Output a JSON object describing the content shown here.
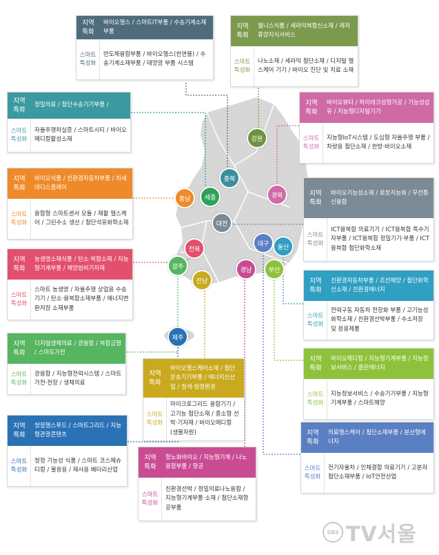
{
  "labels": {
    "local": [
      "지역",
      "특화"
    ],
    "smart": [
      "스마트",
      "특성화"
    ]
  },
  "colors": {
    "map_fill": "#d7d7d7",
    "map_stroke": "#ffffff",
    "chungbuk": "#3a8f9e",
    "gangwon": "#6d9440",
    "gyeongbuk": "#d16aa5",
    "chungnam": "#ef8a2a",
    "sejong": "#2fa15a",
    "daejeon": "#7b8a95",
    "daegu": "#5a7fc2",
    "ulsan": "#2f9fc2",
    "busan": "#8fc23b",
    "gyeongnam": "#c94c93",
    "jeonbuk": "#e2506e",
    "gwangju": "#56b55f",
    "jeonnam": "#c9a91d",
    "jeju": "#2a72b5"
  },
  "regions": [
    {
      "key": "chungbuk",
      "pin": "충북",
      "color": "#4f6c7c",
      "local": "바이오헬스 / 스마트IT부품 / 수송기계소재부품",
      "smart": "반도체융합부품 / 바이오헬스(천연물) / 수송기계소재부품 / 태양광 부품 시스템"
    },
    {
      "key": "gangwon",
      "pin": "강원",
      "color": "#7c9a4e",
      "local": "웰니스식품 / 세라믹복합신소재 / 레저휴양지식서비스",
      "smart": "나노소재 / 세라믹 첨단소재 / 디지털 헬스케어 기기 / 바이오 진단 및 치료 소재"
    },
    {
      "key": "sejong",
      "pin": "세종",
      "color": "#3a9aa0",
      "local": "정밀의료 / 첨단수송기기부품 /",
      "smart": "자율주행차실증 / 스마트시티 / 바이오메디컬활성소재"
    },
    {
      "key": "gyeongbuk",
      "pin": "경북",
      "color": "#cf6aa6",
      "local": "바이오뷰티 / 하이테크성형가공 / 기능성섬유 / 지능형디지털기기",
      "smart": "지능형IoT시스템 / 도심형 자율주행 부품 / 차량용 첨단소재 / 한방·바이오소재"
    },
    {
      "key": "chungnam",
      "pin": "충남",
      "color": "#ef8a2a",
      "local": "바이오식품 / 친환경자동차부품 / 차세대디스플레이",
      "smart": "융합형 스마트센서 모듈 / 재활 헬스케어 / 그린수소 생산 / 첨단석유화학소재"
    },
    {
      "key": "daejeon",
      "pin": "대전",
      "color": "#7b8a95",
      "local": "바이오기능성소재 / 로봇지능화 / 무선통신융합",
      "smart": "ICT융복합 의료기기 / ICT융복합 특수기자부품 / ICT융복합 정밀기기·부품 / ICT융복합 첨단화학소재"
    },
    {
      "key": "jeonbuk",
      "pin": "전북",
      "color": "#e2506e",
      "local": "농생명소재식품 / 탄소·복합소재 / 지능형기계부품 / 해양쉽비기자재",
      "smart": "스마트 농생명 / 자율주행 상업용 수송기기 / 탄소·융복합소재부품 / 에너지변환저장 소재부품"
    },
    {
      "key": "ulsan",
      "pin": "울산",
      "color": "#2f9fc2",
      "local": "친환경자동차부품 / 조선해양 / 첨단화학신소재 / 친환경에너지",
      "smart": "전력구동 자동차 전장화 부품 / 고기능성 화학소재 / 친환경선박부품 / 수소저장 및 응용제품"
    },
    {
      "key": "gwangju",
      "pin": "광주",
      "color": "#56b55f",
      "local": "디지털생체의료 / 광융합 / 복합금형 / 스마트가전",
      "smart": "광융합 / 지능형전력시스템 / 스마트가전·전장 / 생체의료"
    },
    {
      "key": "jeonnam",
      "pin": "전남",
      "color": "#c9a91d",
      "local": "바이오헬스케어소재 / 첨단운송기기부품 / 에너지신산업 / 청색·청정환경",
      "smart": "마이크로그리드 융합기기 / 고기능 첨단소재 / 중소형 선박·기자재 / 바이오메디컬 (생물자원)"
    },
    {
      "key": "busan",
      "pin": "부산",
      "color": "#8fc23b",
      "local": "바이오메디컬 / 지능형기계부품 / 지능정보서비스 / 클린에너지",
      "smart": "지능정보서비스 / 수송기기부품 / 지능형기계부품 / 스마트해양"
    },
    {
      "key": "jeju",
      "pin": "제주",
      "color": "#2a72b5",
      "local": "청정헬스푸드 / 스마트그리드 / 지능형관광콘텐츠",
      "smart": "청정 기능성 식품 / 스마트 코스메슈티컬 / 물응용 / 재사용 배터리산업"
    },
    {
      "key": "gyeongnam",
      "pin": "경남",
      "color": "#c94c93",
      "local": "항노화바이오 / 지능형기계 / 나노융합부품 / 항공",
      "smart": "친환경선박 / 정밀의료나노융합 / 지능형기계부품·소재 / 첨단소재항공부품"
    },
    {
      "key": "daegu",
      "pin": "대구",
      "color": "#5a7fc2",
      "local": "의료헬스케어 / 첨단소재부품 / 분산형에너지",
      "smart": "전기자율차 / 인체결합 의료기기 / 고분자 첨단소재부품 / IoT안전산업"
    }
  ],
  "logo": {
    "badge": "SBS",
    "name": "TV서울"
  }
}
